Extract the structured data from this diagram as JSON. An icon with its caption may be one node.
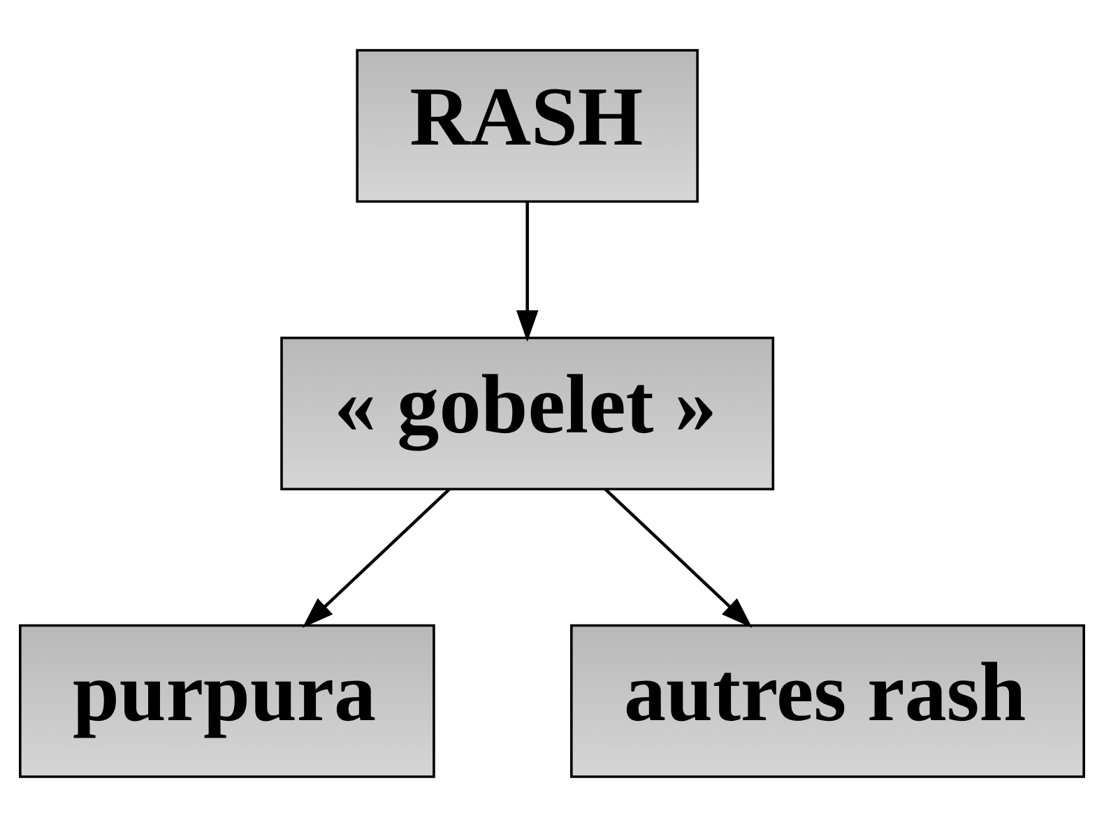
{
  "diagram": {
    "nodes": [
      {
        "text": [
          "RASH"
        ]
      },
      {
        "text": [
          "« gobelet »"
        ]
      },
      {
        "text": [
          "purpura"
        ]
      },
      {
        "text": [
          "autres rash"
        ]
      }
    ],
    "edges": [
      {
        "from": 0,
        "to": 1,
        "arrow": "to"
      },
      {
        "from": 1,
        "to": 2,
        "arrow": "to"
      },
      {
        "from": 1,
        "to": 3,
        "arrow": "to"
      }
    ]
  }
}
